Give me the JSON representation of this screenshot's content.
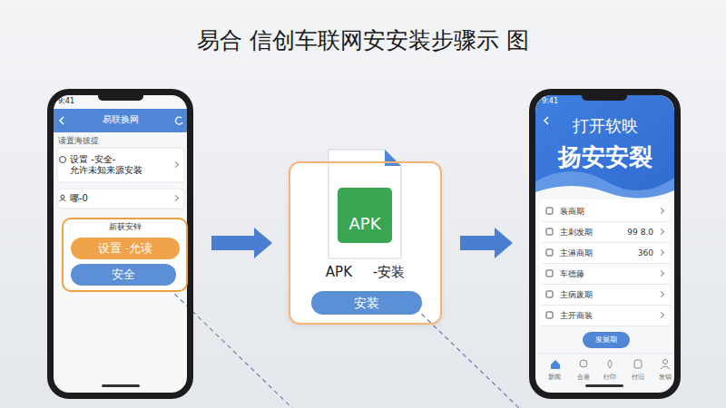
{
  "diagram": {
    "title": "易合 信创车联网安安装步骤示 图",
    "nodes": [
      {
        "text": [
          "9:41",
          "易联换网",
          "读置海拔提"
        ]
      },
      {
        "text": [
          "设置 -安全-",
          "允许未知来源安装"
        ],
        "in": 0
      },
      {
        "text": [
          "哪-0"
        ],
        "in": 0
      },
      {
        "text": [
          "新获安锌"
        ],
        "in": 0
      },
      {
        "text": [
          "设置 -允读"
        ],
        "in": 3
      },
      {
        "text": [
          "安全"
        ],
        "in": 3
      },
      {
        "text": [
          "APK -安装"
        ]
      },
      {
        "text": [
          "APK"
        ],
        "in": 6
      },
      {
        "text": [
          "安装"
        ],
        "in": 6
      },
      {
        "text": [
          "9:41",
          "打开软映",
          "扬安安裂"
        ]
      },
      {
        "text": [
          "装商期"
        ],
        "in": 9
      },
      {
        "text": [
          "主刺发期",
          "99 8.0"
        ],
        "in": 9
      },
      {
        "text": [
          "主淋商期",
          "360"
        ],
        "in": 9
      },
      {
        "text": [
          "车德藤"
        ],
        "in": 9
      },
      {
        "text": [
          "主病废期"
        ],
        "in": 9
      },
      {
        "text": [
          "主开商装"
        ],
        "in": 9
      },
      {
        "text": [
          "发展期"
        ],
        "in": 9
      }
    ],
    "edges": [
      {
        "from": 0,
        "to": 6,
        "arrow": "to"
      },
      {
        "from": 6,
        "to": 9,
        "arrow": "to"
      }
    ],
    "labels": [
      "新闻",
      "合逾",
      "行印",
      "付旧",
      "发钥"
    ]
  }
}
